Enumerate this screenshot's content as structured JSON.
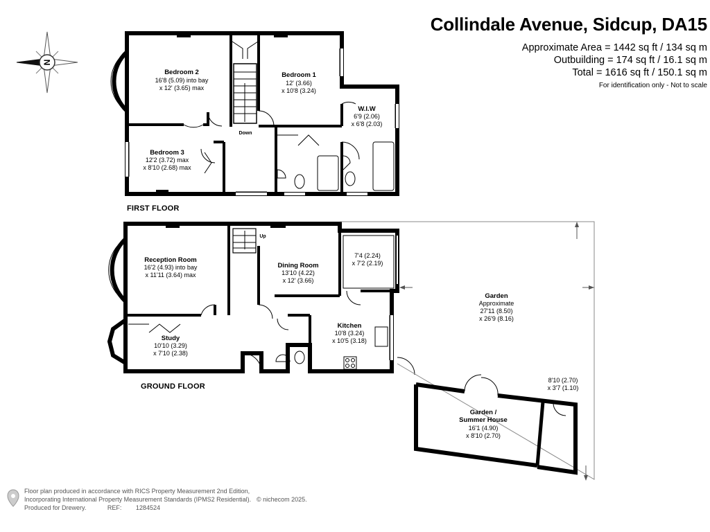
{
  "header": {
    "title": "Collindale Avenue, Sidcup, DA15",
    "area_main": "Approximate Area = 1442 sq ft / 134 sq m",
    "area_outbuilding": "Outbuilding = 174 sq ft / 16.1 sq m",
    "area_total": "Total = 1616 sq ft / 150.1 sq m",
    "note": "For identification only - Not to scale"
  },
  "compass": {
    "label": "N"
  },
  "first_floor": {
    "label": "FIRST FLOOR",
    "stairs_label": "Down",
    "bedroom2": {
      "name": "Bedroom 2",
      "dim1": "16'8 (5.09) into bay",
      "dim2": "x 12' (3.65) max"
    },
    "bedroom1": {
      "name": "Bedroom 1",
      "dim1": "12' (3.66)",
      "dim2": "x 10'8 (3.24)"
    },
    "wiw": {
      "name": "W.I.W",
      "dim1": "6'9 (2.06)",
      "dim2": "x 6'8 (2.03)"
    },
    "bedroom3": {
      "name": "Bedroom 3",
      "dim1": "12'2 (3.72) max",
      "dim2": "x 8'10 (2.68) max"
    }
  },
  "ground_floor": {
    "label": "GROUND FLOOR",
    "stairs_label": "Up",
    "reception": {
      "name": "Reception Room",
      "dim1": "16'2 (4.93) into bay",
      "dim2": "x 11'11 (3.64) max"
    },
    "dining": {
      "name": "Dining Room",
      "dim1": "13'10 (4.22)",
      "dim2": "x 12' (3.66)"
    },
    "conservatory": {
      "dim1": "7'4 (2.24)",
      "dim2": "x 7'2 (2.19)"
    },
    "study": {
      "name": "Study",
      "dim1": "10'10 (3.29)",
      "dim2": "x 7'10 (2.38)"
    },
    "kitchen": {
      "name": "Kitchen",
      "dim1": "10'8 (3.24)",
      "dim2": "x 10'5 (3.18)"
    }
  },
  "outside": {
    "garden": {
      "name": "Garden",
      "dim0": "Approximate",
      "dim1": "27'11 (8.50)",
      "dim2": "x 26'9 (8.16)"
    },
    "summer_house": {
      "name1": "Garden /",
      "name2": "Summer House",
      "dim1": "16'1 (4.90)",
      "dim2": "x 8'10 (2.70)"
    },
    "store": {
      "dim1": "8'10 (2.70)",
      "dim2": "x 3'7 (1.10)"
    }
  },
  "footer": {
    "line1": "Floor plan produced in accordance with RICS Property Measurement 2nd Edition,",
    "line2": "Incorporating International Property Measurement Standards (IPMS2 Residential).",
    "brand": "© nichecom 2025.",
    "produced_for": "Produced for Drewery.",
    "ref_label": "REF:",
    "ref_value": "1284524"
  }
}
